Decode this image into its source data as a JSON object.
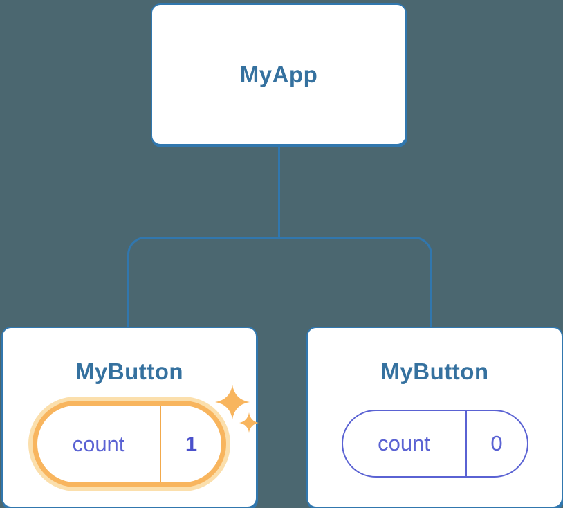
{
  "colors": {
    "background": "#4B6770",
    "node-border": "#3177AE",
    "node-title": "#35719F",
    "purple": "#5A62D3",
    "purple-bold": "#4A50CB",
    "orange": "#F8B55E",
    "orange-halo": "#FBDFAC",
    "orange-divider": "#F2A94C",
    "card-bg": "#FFFFFF"
  },
  "diagram": {
    "type": "component-tree",
    "root": {
      "label": "MyApp"
    },
    "children": [
      {
        "label": "MyButton",
        "state": {
          "key": "count",
          "value": "1"
        },
        "highlighted": true
      },
      {
        "label": "MyButton",
        "state": {
          "key": "count",
          "value": "0"
        },
        "highlighted": false
      }
    ]
  }
}
